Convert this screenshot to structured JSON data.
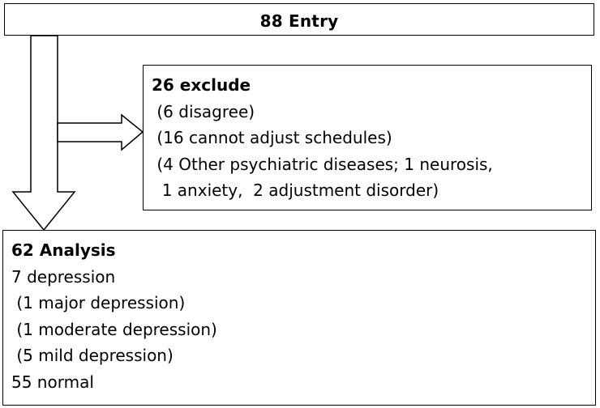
{
  "entry": {
    "title": "88 Entry"
  },
  "exclude": {
    "title": "26 exclude",
    "lines": [
      " (6 disagree)",
      " (16 cannot adjust schedules)",
      " (4 Other psychiatric diseases; 1 neurosis,",
      "  1 anxiety,  2 adjustment disorder)"
    ]
  },
  "analysis": {
    "title": "62 Analysis",
    "lines": [
      "7 depression",
      " (1 major depression)",
      " (1 moderate depression)",
      " (5 mild depression)",
      "55 normal"
    ]
  }
}
